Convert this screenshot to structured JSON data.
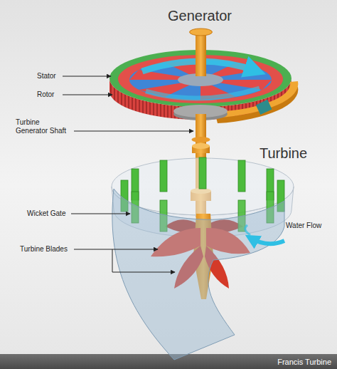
{
  "diagram": {
    "labels": [
      "Generator",
      "Stator",
      "Rotor",
      "Turbine Generator Shaft",
      "Turbine",
      "Wicket Gate",
      "Water Flow",
      "Turbine Blades",
      "Francis Turbine"
    ]
  }
}
